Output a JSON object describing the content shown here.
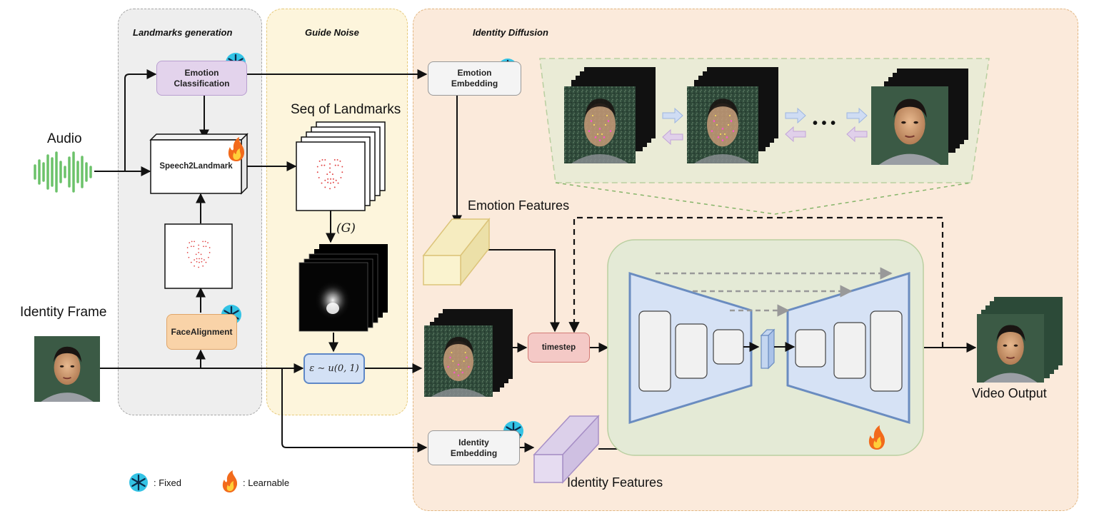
{
  "panels": {
    "landmarks_title": "Landmarks generation",
    "guide_title": "Guide Noise",
    "identity_title": "Identity Diffusion"
  },
  "inputs": {
    "audio": "Audio",
    "identity_frame": "Identity Frame"
  },
  "modules": {
    "emotion_classification": "Emotion\nClassification",
    "speech2landmark": "Speech2Landmark",
    "face_alignment": "FaceAlignment",
    "emotion_embedding": "Emotion\nEmbedding",
    "identity_embedding": "Identity\nEmbedding",
    "timestep": "timestep"
  },
  "labels": {
    "seq_landmarks": "Seq of Landmarks",
    "gaussian": "(G)",
    "noise": "ε ∼ u(0, 1)",
    "emotion_features": "Emotion Features",
    "identity_features": "Identity Features",
    "video_output": "Video Output",
    "ellipsis": "• • •"
  },
  "legend": {
    "fixed": ": Fixed",
    "learnable": ": Learnable"
  },
  "colors": {
    "landmarks_panel": "#eeeeee",
    "guide_panel": "#fdf5dc",
    "identity_panel": "#fbeadb",
    "unet_bg": "#e4ead6",
    "encoder_fill": "#d6e2f5",
    "encoder_stroke": "#6a8cc0",
    "emotion_cls": "#e3d3ec",
    "face_align": "#f9d3a8",
    "timestep": "#f4c9c6",
    "noise_box": "#d3e1f5",
    "emotion_feat": "#f6ecc0",
    "identity_feat": "#dcd0ea",
    "audio_wave": "#6cc26a"
  }
}
